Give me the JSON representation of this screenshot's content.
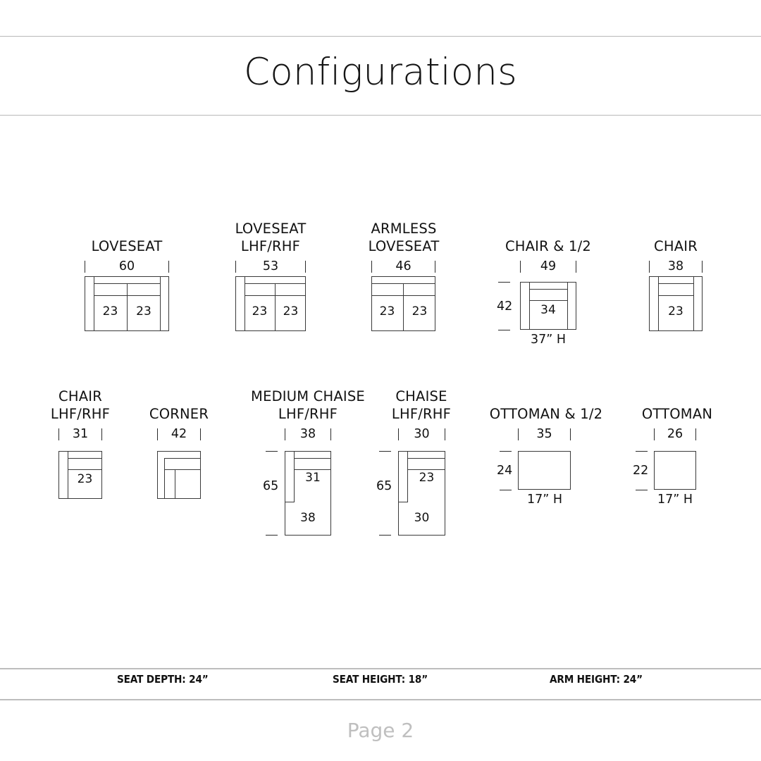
{
  "header": {
    "title": "Configurations"
  },
  "footer": {
    "specs": [
      "SEAT DEPTH: 24”",
      "SEAT HEIGHT: 18”",
      "ARM HEIGHT: 24”"
    ],
    "page_label": "Page 2"
  },
  "colors": {
    "line": "#3a3a3a",
    "rule": "#b9b9b9",
    "text": "#121212",
    "page_number": "#bfbfbf",
    "background": "#ffffff"
  },
  "chart_data": {
    "type": "table",
    "title": "Configurations",
    "units": "inches",
    "notes": [
      "SEAT DEPTH: 24”",
      "SEAT HEIGHT: 18”",
      "ARM HEIGHT: 24”"
    ],
    "items": [
      {
        "name": "LOVESEAT",
        "width": 60,
        "cushions": [
          23,
          23
        ],
        "arms": "both"
      },
      {
        "name": "LOVESEAT LHF/RHF",
        "width": 53,
        "cushions": [
          23,
          23
        ],
        "arms": "left"
      },
      {
        "name": "ARMLESS LOVESEAT",
        "width": 46,
        "cushions": [
          23,
          23
        ],
        "arms": "none"
      },
      {
        "name": "CHAIR & 1/2",
        "width": 49,
        "depth": 42,
        "cushions": [
          34
        ],
        "arms": "both",
        "height_label": "37” H"
      },
      {
        "name": "CHAIR",
        "width": 38,
        "cushions": [
          23
        ],
        "arms": "both"
      },
      {
        "name": "CHAIR LHF/RHF",
        "width": 31,
        "cushions": [
          23
        ],
        "arms": "left"
      },
      {
        "name": "CORNER",
        "width": 42,
        "cushions": [],
        "arms": "corner"
      },
      {
        "name": "MEDIUM CHAISE LHF/RHF",
        "width": 38,
        "depth": 65,
        "cushions": [
          31,
          38
        ],
        "arms": "left"
      },
      {
        "name": "CHAISE LHF/RHF",
        "width": 30,
        "depth": 65,
        "cushions": [
          23,
          30
        ],
        "arms": "left"
      },
      {
        "name": "OTTOMAN & 1/2",
        "width": 35,
        "depth": 24,
        "height_label": "17” H"
      },
      {
        "name": "OTTOMAN",
        "width": 26,
        "depth": 22,
        "height_label": "17” H"
      }
    ]
  },
  "row1": [
    {
      "caption": "LOVESEAT",
      "width": "60",
      "seat_left": "23",
      "seat_right": "23"
    },
    {
      "caption": "LOVESEAT\nLHF/RHF",
      "width": "53",
      "seat_left": "23",
      "seat_right": "23"
    },
    {
      "caption": "ARMLESS\nLOVESEAT",
      "width": "46",
      "seat_left": "23",
      "seat_right": "23"
    },
    {
      "caption": "CHAIR & 1/2",
      "width": "49",
      "depth": "42",
      "seat": "34",
      "height_label": "37” H"
    },
    {
      "caption": "CHAIR",
      "width": "38",
      "seat": "23"
    }
  ],
  "row2": [
    {
      "caption": "CHAIR\nLHF/RHF",
      "width": "31",
      "seat": "23"
    },
    {
      "caption": "CORNER",
      "width": "42"
    },
    {
      "caption": "MEDIUM CHAISE\nLHF/RHF",
      "width": "38",
      "depth": "65",
      "seat": "31",
      "chaise": "38"
    },
    {
      "caption": "CHAISE\nLHF/RHF",
      "width": "30",
      "depth": "65",
      "seat": "23",
      "chaise": "30"
    },
    {
      "caption": "OTTOMAN & 1/2",
      "width": "35",
      "depth": "24",
      "height_label": "17” H"
    },
    {
      "caption": "OTTOMAN",
      "width": "26",
      "depth": "22",
      "height_label": "17” H"
    }
  ]
}
